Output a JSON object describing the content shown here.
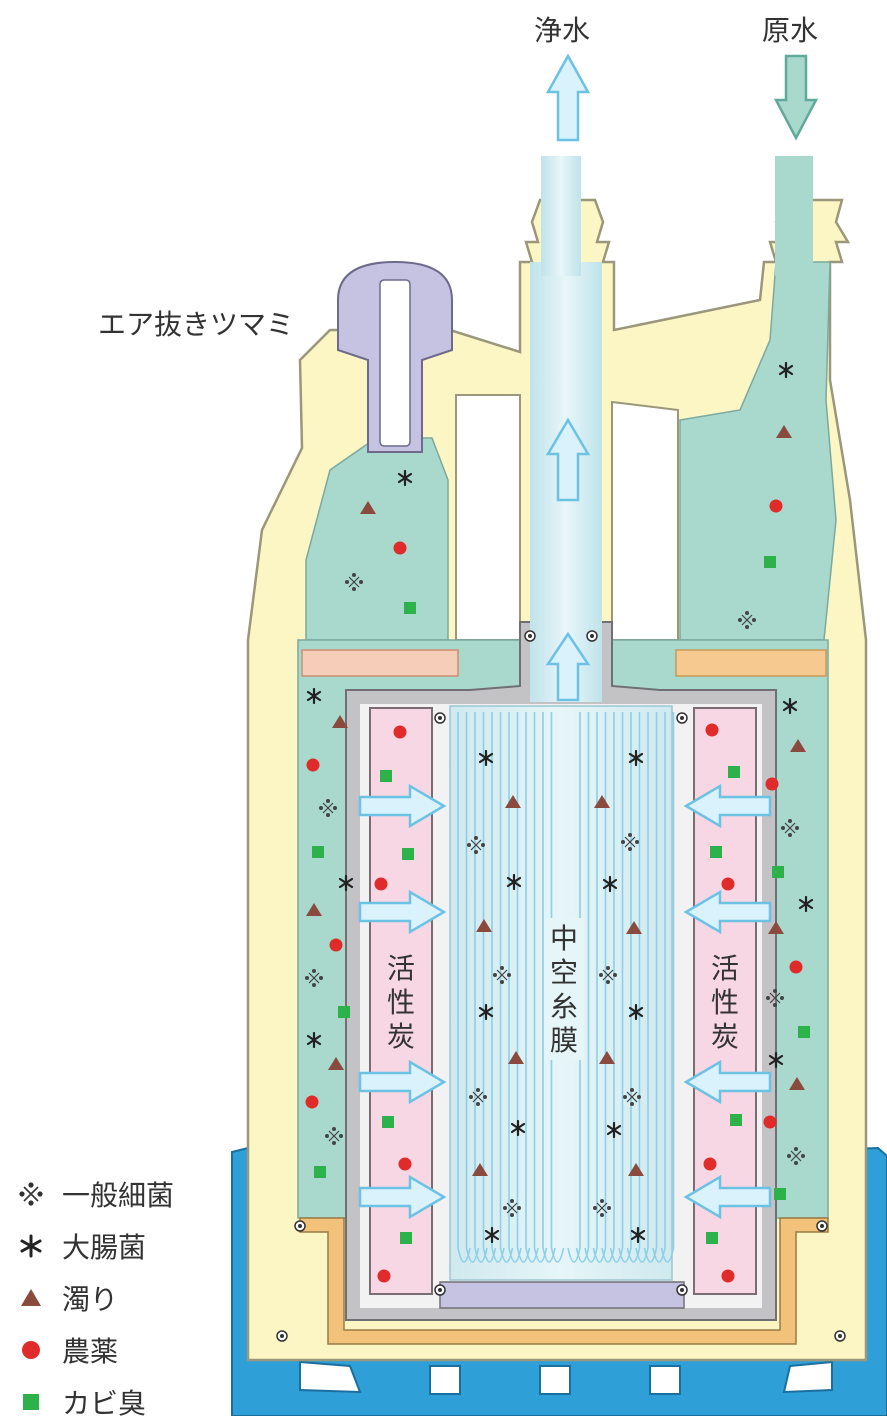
{
  "labels": {
    "clean_water": "浄水",
    "raw_water": "原水",
    "air_vent_knob": "エア抜きツマミ",
    "activated_carbon_left": "活性炭",
    "activated_carbon_right": "活性炭",
    "hollow_fiber": "中空糸膜"
  },
  "legend": [
    {
      "symbol": "bacteria-mark",
      "label": "一般細菌"
    },
    {
      "symbol": "ecoli-mark",
      "label": "大腸菌"
    },
    {
      "symbol": "turbidity-triangle",
      "label": "濁り"
    },
    {
      "symbol": "pesticide-dot",
      "label": "農薬"
    },
    {
      "symbol": "mold-odor-square",
      "label": "カビ臭"
    }
  ],
  "colors": {
    "housing": "#fbf6c4",
    "housing_edge": "#9b977a",
    "water": "#a9d8cd",
    "carbon": "#f7d7e3",
    "fiber_bg": "#d8eef3",
    "fiber_line": "#8ccfe6",
    "arrow_fill": "#d9f2fb",
    "arrow_stroke": "#6cc2e4",
    "base": "#2f9fd8",
    "inner_frame": "#a9a9ab",
    "knob": "#c6c3e2",
    "turbidity": "#8a4b3e",
    "pesticide": "#e02b2b",
    "mold": "#2db14a",
    "text": "#333333"
  }
}
